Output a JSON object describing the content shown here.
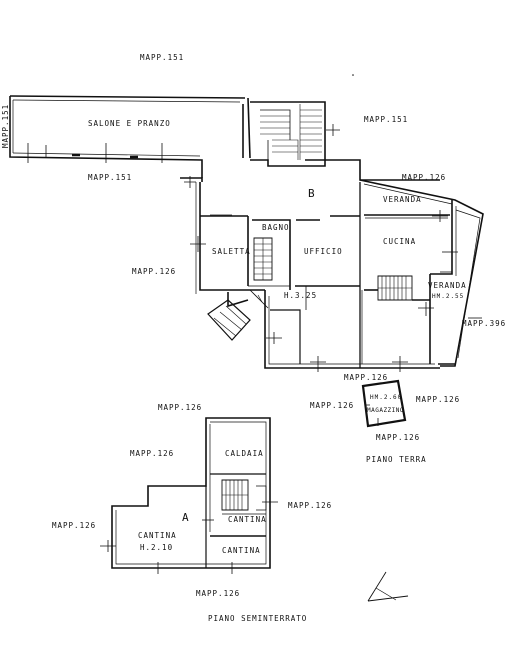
{
  "neighbours": {
    "mapp151_top": "MAPP.151",
    "mapp151_left": "MAPP.151",
    "mapp151_right": "MAPP.151",
    "mapp151_under_salone": "MAPP.151",
    "mapp126_veranda": "MAPP.126",
    "mapp126_left": "MAPP.126",
    "mapp396": "MAPP.396",
    "mapp126_below_b": "MAPP.126",
    "mapp126_left_mag": "MAPP.126",
    "mapp126_right_mag": "MAPP.126",
    "mapp126_below_mag": "MAPP.126",
    "mapp126_above_a": "MAPP.126",
    "mapp126_left_a": "MAPP.126",
    "mapp126_right_a": "MAPP.126",
    "mapp126_far_left": "MAPP.126",
    "mapp126_bottom": "MAPP.126"
  },
  "ground_floor": {
    "unit": "B",
    "rooms": {
      "salone": "SALONE E PRANZO",
      "veranda_top": "VERANDA",
      "bagno": "BAGNO",
      "saletta": "SALETTA",
      "ufficio": "UFFICIO",
      "cucina": "CUCINA",
      "veranda_side": "VERANDA",
      "veranda_height": "HM.2.55",
      "height": "H.3.25"
    },
    "magazzino": {
      "label": "MAGAZZINO",
      "height": "HM.2.60"
    },
    "title": "PIANO TERRA"
  },
  "basement": {
    "unit": "A",
    "rooms": {
      "caldaia": "CALDAIA",
      "cantina_stair": "CANTINA",
      "cantina_main": "CANTINA",
      "cantina_height": "H.2.10",
      "cantina_bottom": "CANTINA"
    },
    "title": "PIANO SEMINTERRATO"
  }
}
